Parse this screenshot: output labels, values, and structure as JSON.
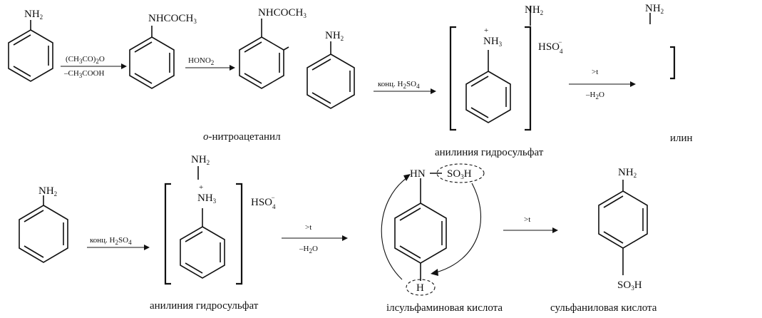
{
  "groups": {
    "nh2": "NH",
    "nh2_sub": "2",
    "nh3": "NH",
    "nh3_sub": "3",
    "plus": "+",
    "nhcoch3": "NHCOCH",
    "nhcoch3_sub": "3",
    "hso4": "HSO",
    "hso4_sub": "4",
    "hso4_sup": "−",
    "hn": "HN",
    "so3h": "SO",
    "so3h_sub": "3",
    "so3h_h": "H",
    "h": "H"
  },
  "reagents": {
    "acetylation_top_a": "(CH",
    "acetylation_top_b": "3",
    "acetylation_top_c": "CO)",
    "acetylation_top_d": "2",
    "acetylation_top_e": "O",
    "acetylation_bottom_a": "–CH",
    "acetylation_bottom_b": "3",
    "acetylation_bottom_c": "COOH",
    "nitration_a": "HONO",
    "nitration_b": "2",
    "sulfuric_a": "конц. H",
    "sulfuric_b": "2",
    "sulfuric_c": "SO",
    "sulfuric_d": "4",
    "heat": ">t",
    "dehydration_a": "–H",
    "dehydration_b": "2",
    "dehydration_c": "O"
  },
  "captions": {
    "o_nitro_italic": "о",
    "o_nitro_rest": "-нитроацетанил",
    "anilinium_top": "анилиния гидросульфат",
    "cut_top_right": "илин",
    "anilinium_bottom": "анилиния гидросульфат",
    "phenylsulfamic": "ілсульфаминовая кислота",
    "sulfanilic": "сульфаниловая кислота"
  }
}
